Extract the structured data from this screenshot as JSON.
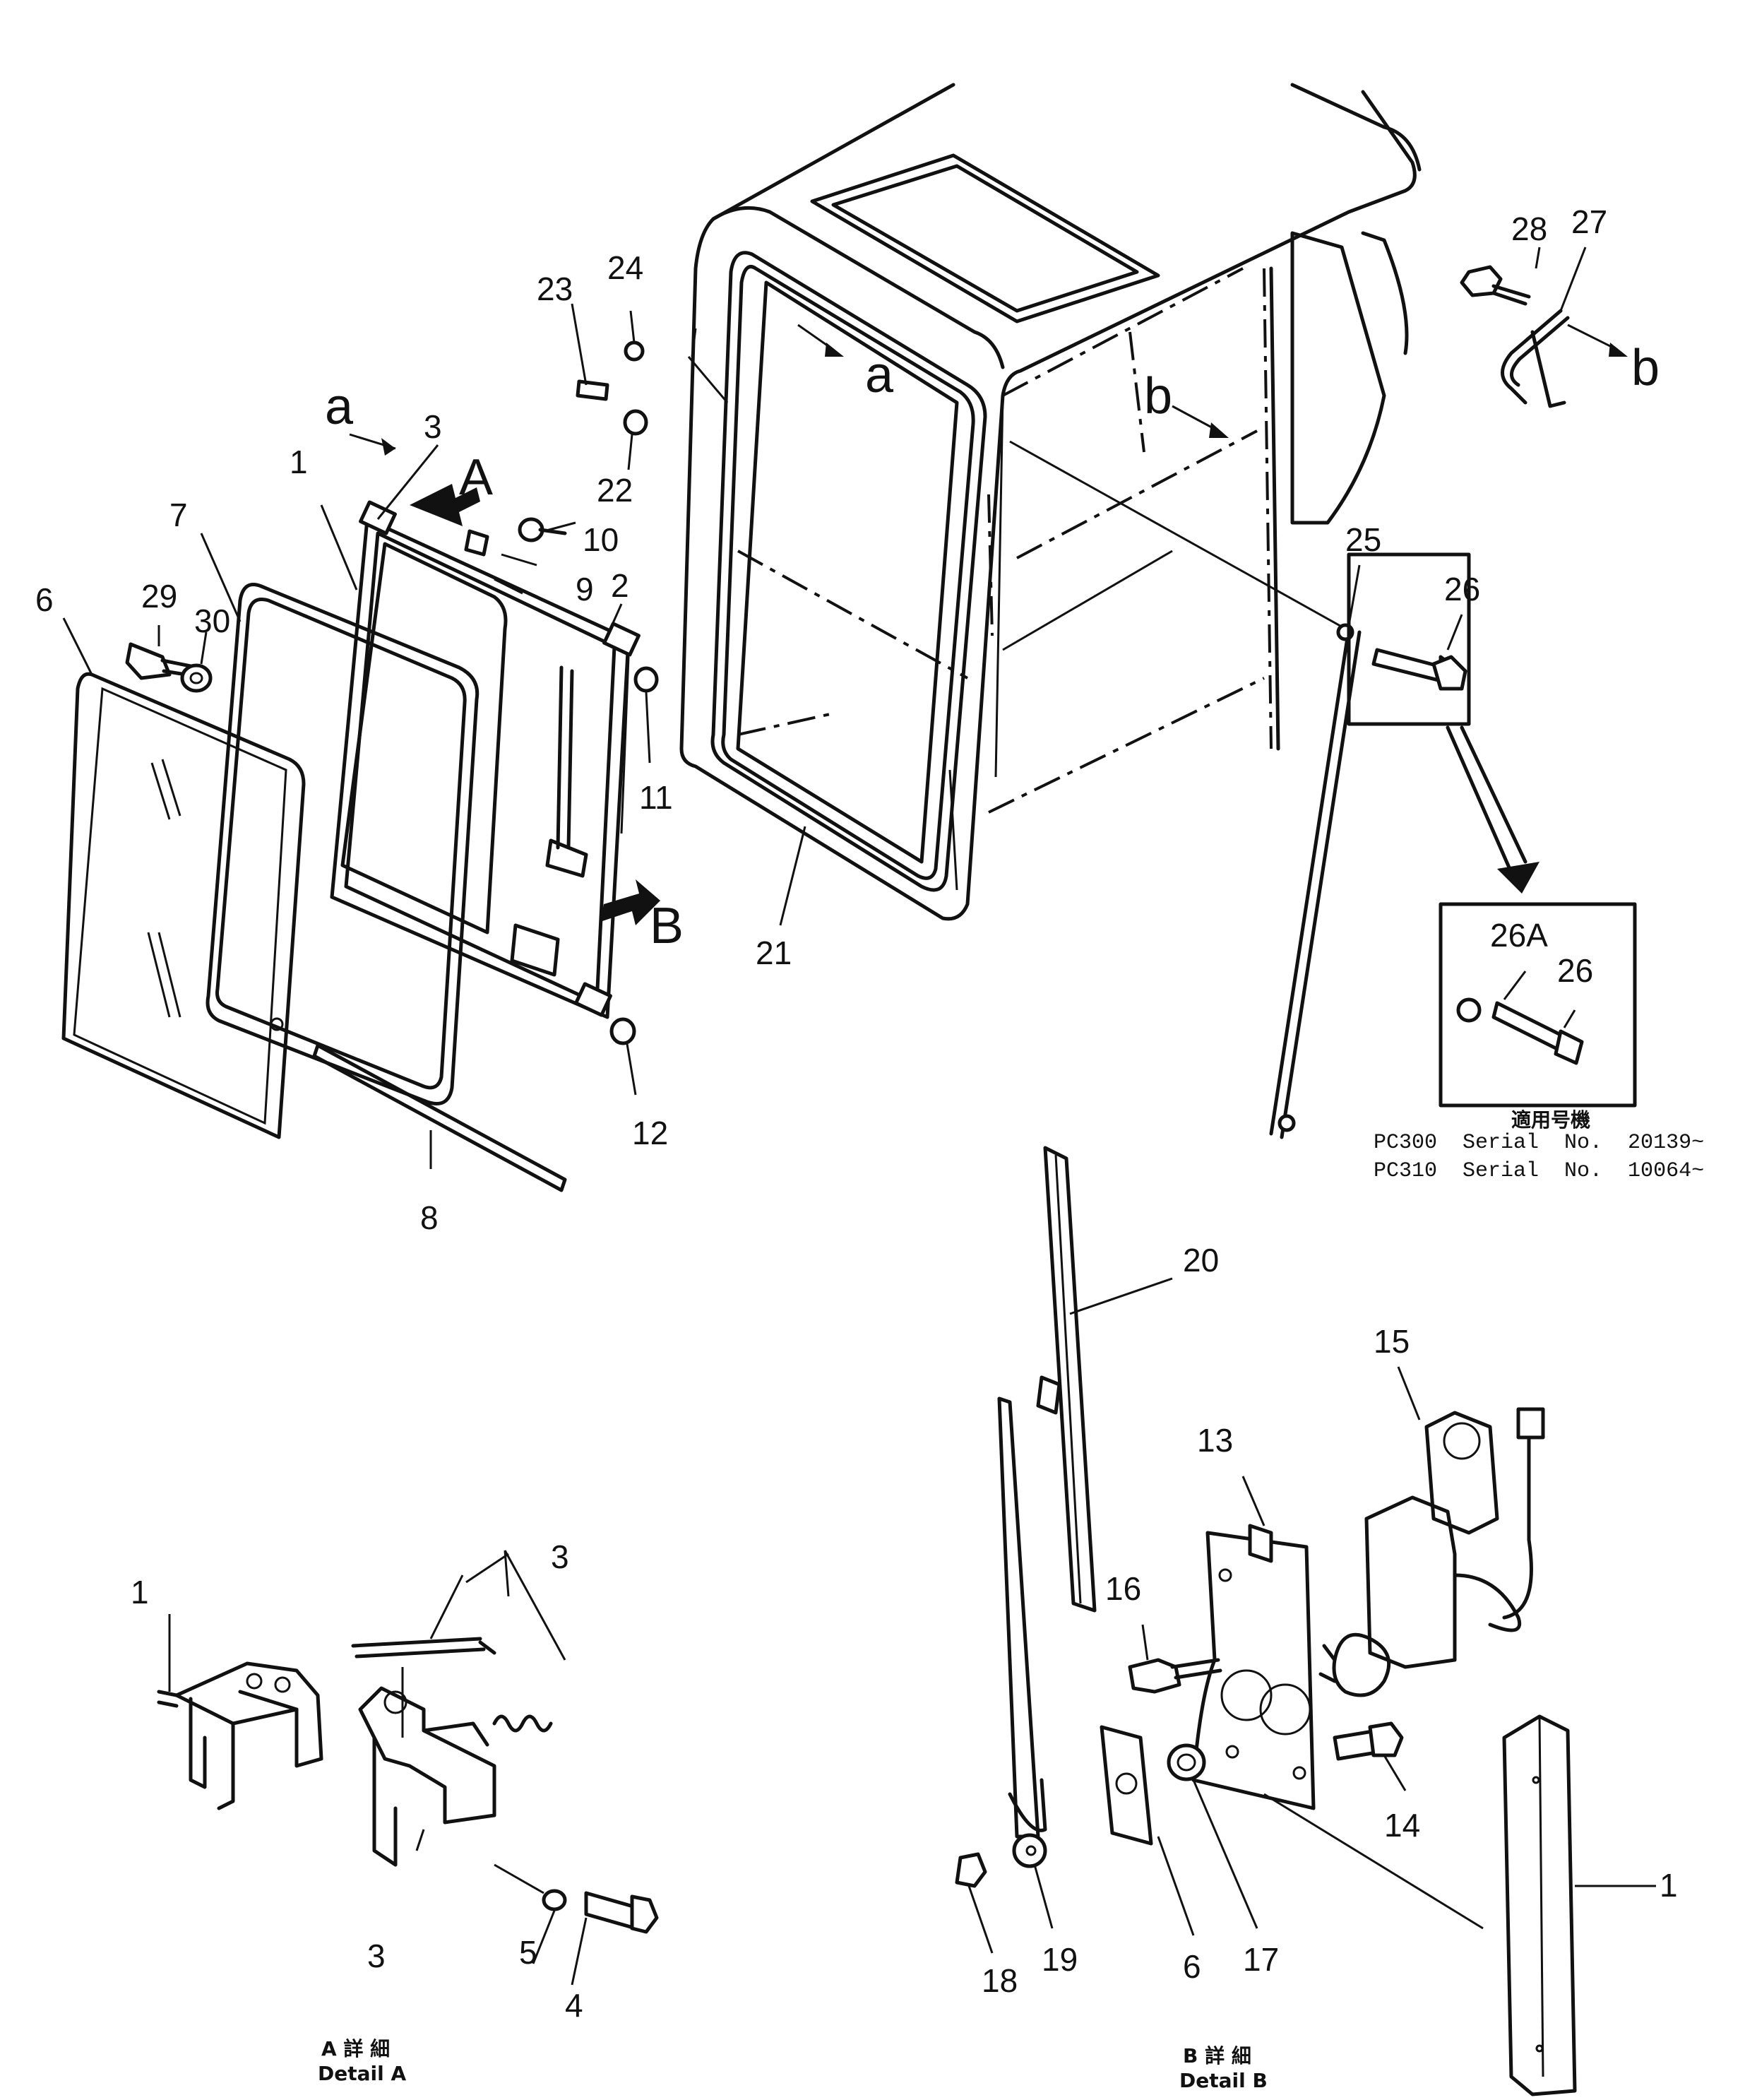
{
  "labels": {
    "p1": "1",
    "p2": "2",
    "p3": "3",
    "p6": "6",
    "p7": "7",
    "p8": "8",
    "p9": "9",
    "p10": "10",
    "p11": "11",
    "p12": "12",
    "p21": "21",
    "p22": "22",
    "p23": "23",
    "p24": "24",
    "p25": "25",
    "p26": "26",
    "p27": "27",
    "p28": "28",
    "p29": "29",
    "p30": "30",
    "p26b": "26",
    "p26a": "26A",
    "a1": "a",
    "a2": "a",
    "b1": "b",
    "b2": "b",
    "viewA": "A",
    "viewB": "B"
  },
  "detail_a": {
    "p1": "1",
    "p3a": "3",
    "p3b": "3",
    "p4": "4",
    "p5": "5",
    "caption_jp": "A 詳 細",
    "caption_en": "Detail A"
  },
  "detail_b": {
    "p1": "1",
    "p6": "6",
    "p13": "13",
    "p14": "14",
    "p15": "15",
    "p16": "16",
    "p17": "17",
    "p18": "18",
    "p19": "19",
    "p20": "20",
    "caption_jp": "B 詳 細",
    "caption_en": "Detail B"
  },
  "serial_note": {
    "heading": "適用号機",
    "line1": "PC300  Serial  No.  20139~",
    "line2": "PC310  Serial  No.  10064~"
  }
}
